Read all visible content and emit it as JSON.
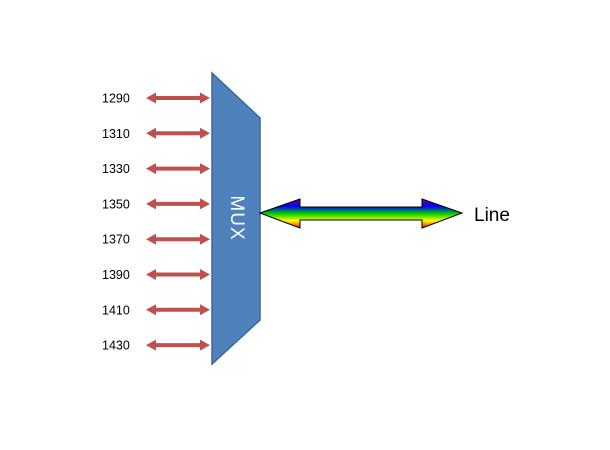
{
  "mux": {
    "label": "MUX",
    "fill_color": "#4f81bd",
    "stroke_color": "#3a679d"
  },
  "channels": [
    {
      "label": "1290"
    },
    {
      "label": "1310"
    },
    {
      "label": "1330"
    },
    {
      "label": "1350"
    },
    {
      "label": "1370"
    },
    {
      "label": "1390"
    },
    {
      "label": "1410"
    },
    {
      "label": "1430"
    }
  ],
  "channel_arrow_color": "#c0504d",
  "line": {
    "label": "Line",
    "gradient_colors": [
      "#ff0000",
      "#ffff00",
      "#00cc00",
      "#0000ff",
      "#800080"
    ]
  }
}
